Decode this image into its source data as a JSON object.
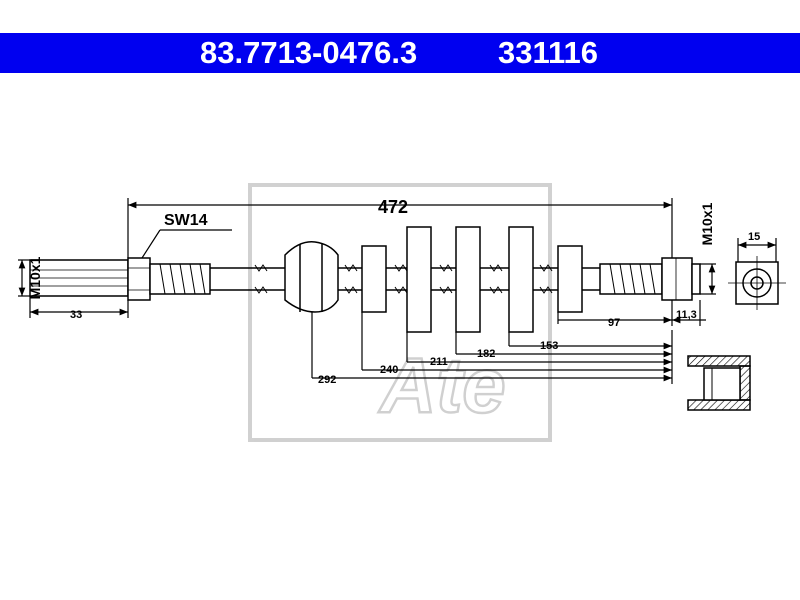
{
  "header": {
    "part_number": "83.7713-0476.3",
    "ref_number": "331116",
    "color": "#0000f0"
  },
  "drawing": {
    "thread_left": "M10x1",
    "thread_right": "M10x1",
    "wrench_size": "SW14",
    "overall_length": "472",
    "end_length_left": "33",
    "end_length_right": "97",
    "nut_length_right": "11,3",
    "end_diameter": "15",
    "clip_positions": [
      "292",
      "240",
      "211",
      "182",
      "153"
    ],
    "watermark": "Ate"
  }
}
